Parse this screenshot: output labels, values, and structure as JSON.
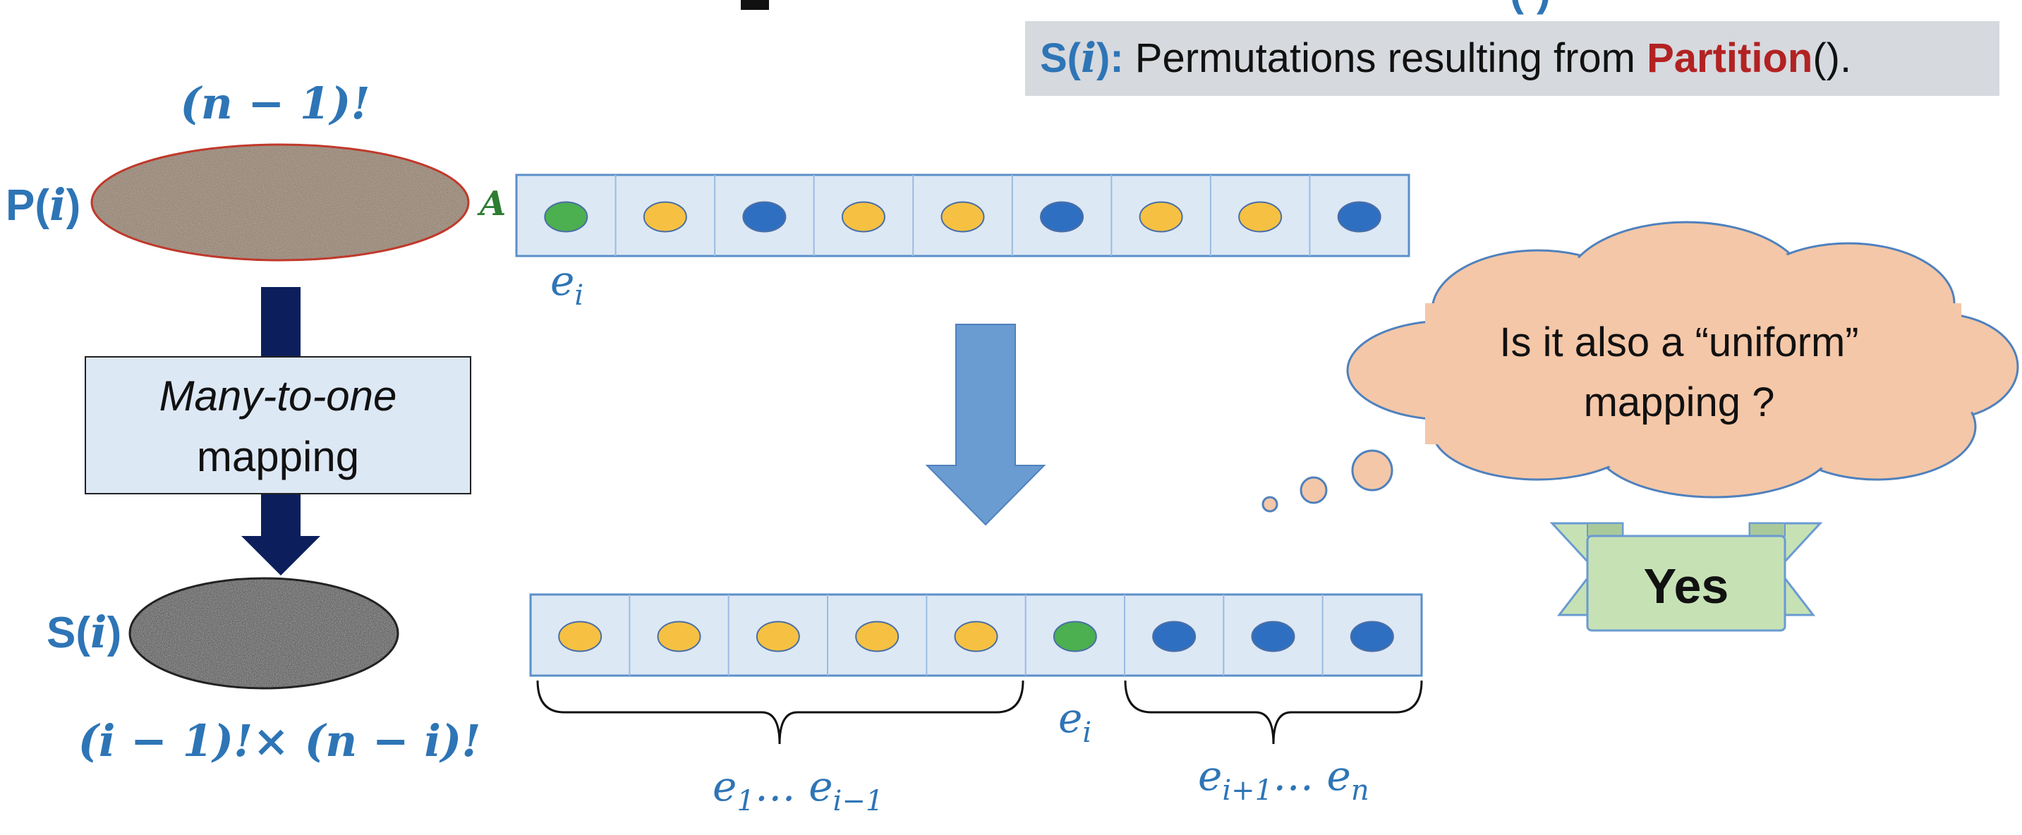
{
  "title_partial": "p                                     (i)",
  "caption": {
    "s_label": "S(",
    "s_var": "i",
    "s_close": "): ",
    "text_before": "Permutations resulting from ",
    "keyword": "Partition",
    "text_after": "()."
  },
  "left": {
    "top_count": "(n − 1)!",
    "p_label_prefix": "P(",
    "p_label_var": "i",
    "p_label_suffix": ")",
    "array_name": "A",
    "mapping_line1": "Many-to-one",
    "mapping_line2": "mapping",
    "s_label_prefix": "S(",
    "s_label_var": "i",
    "s_label_suffix": ")",
    "bottom_count": "(i − 1)!× (n − i)!"
  },
  "top_array": {
    "cells": [
      "green",
      "yellow",
      "blue",
      "yellow",
      "yellow",
      "blue",
      "yellow",
      "yellow",
      "blue"
    ],
    "pivot_label_base": "e",
    "pivot_label_sub": "i"
  },
  "bottom_array": {
    "cells": [
      "yellow",
      "yellow",
      "yellow",
      "yellow",
      "yellow",
      "green",
      "blue",
      "blue",
      "blue"
    ],
    "pivot_label_base": "e",
    "pivot_label_sub": "i",
    "left_range_base1": "e",
    "left_range_sub1": "1",
    "left_range_dots": "… ",
    "left_range_base2": "e",
    "left_range_sub2": "i−1",
    "right_range_base1": "e",
    "right_range_sub1": "i+1",
    "right_range_dots": "… ",
    "right_range_base2": "e",
    "right_range_sub2": "n"
  },
  "thought": {
    "line1": "Is it also a “uniform”",
    "line2": "mapping ?"
  },
  "answer": "Yes",
  "colors": {
    "green": "#4caf50",
    "yellow": "#f6c142",
    "blue": "#2f6fc1",
    "cell_fill": "#dde8f5",
    "cell_stroke": "#5b8fc9",
    "accent_blue": "#2e75b6",
    "keyword_red": "#b22222",
    "dark_arrow": "#0c1f5c",
    "light_arrow": "#6a9bd1",
    "cloud_fill": "#f4c7a8",
    "banner_fill": "#c6e2b5"
  }
}
